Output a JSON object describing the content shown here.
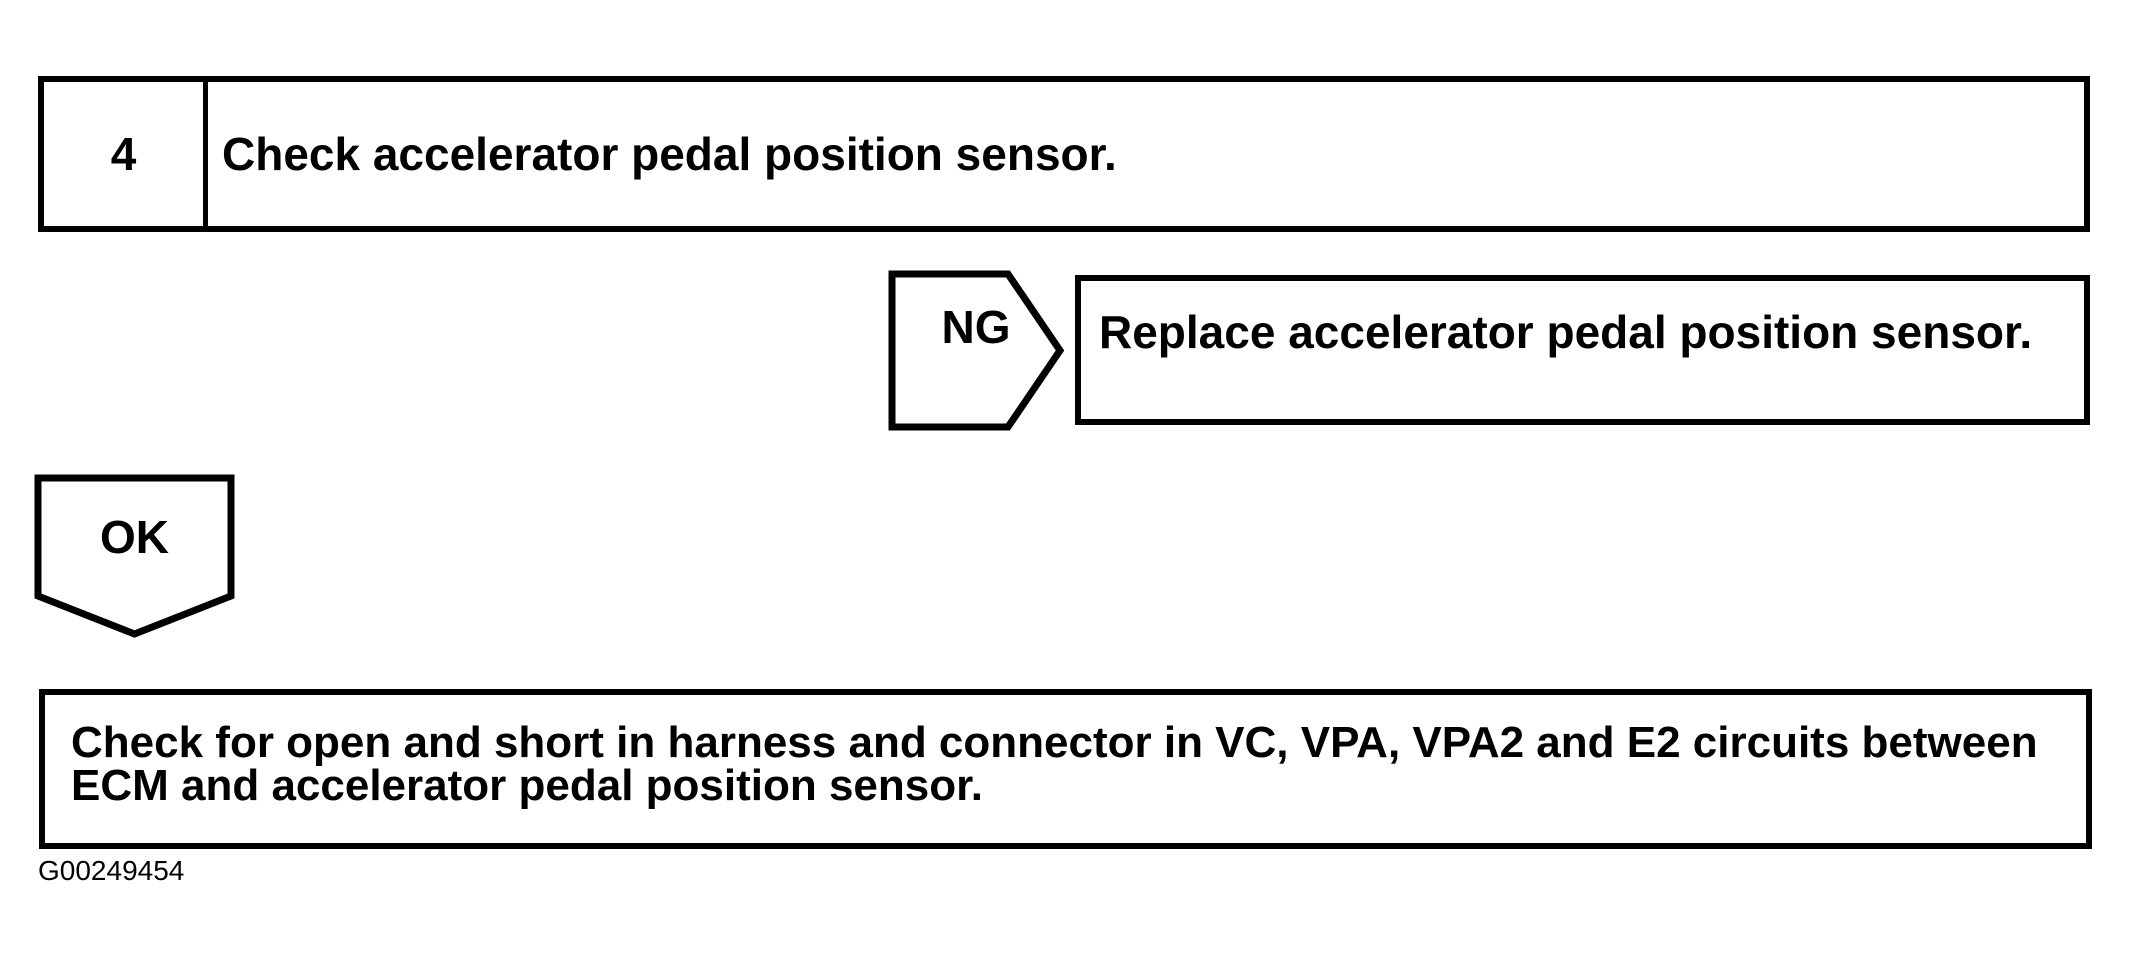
{
  "page": {
    "paper_color": "#ffffff",
    "ink_color": "#000000",
    "figure_id": "G00249454"
  },
  "flowchart": {
    "step_box": {
      "number": "4",
      "instruction": "Check accelerator pedal position sensor."
    },
    "ng_branch": {
      "label": "NG",
      "action": "Replace accelerator pedal position sensor."
    },
    "ok_branch": {
      "label": "OK"
    },
    "result_box": {
      "instruction": "Check for open and short in harness and connector in VC, VPA, VPA2 and E2 circuits between\nECM and accelerator pedal position sensor."
    }
  }
}
